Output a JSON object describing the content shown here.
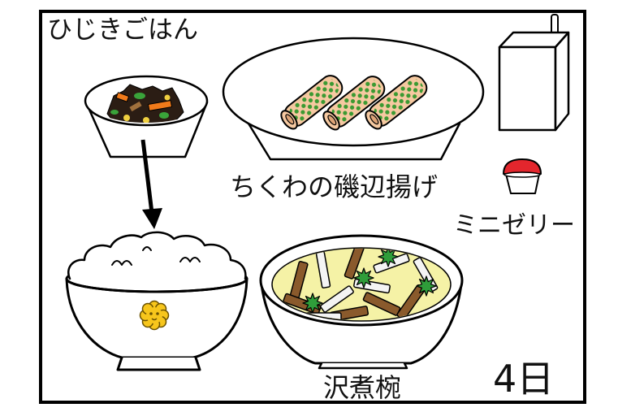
{
  "labels": {
    "hijiki_gohan": "ひじきごはん",
    "chikuwa_isobeage": "ちくわの磯辺揚げ",
    "mini_jelly": "ミニゼリー",
    "sawani_wan": "沢煮椀",
    "date": "4日"
  },
  "colors": {
    "frame": "#000000",
    "chikuwa": "#f6c9a1",
    "chikuwa_end": "#dea477",
    "aonori": "#3c9a32",
    "jelly": "#e3262d",
    "soup": "#f5f2a6",
    "flower": "#f7c61c",
    "carrot": "#f07a1a",
    "hijiki": "#2b1d14",
    "hijiki_green": "#3aa33a",
    "hijiki_yellow": "#f0d040",
    "burdock": "#8a5a2c",
    "daikon": "#f4f4f4",
    "leaf": "#2f9d3a"
  }
}
